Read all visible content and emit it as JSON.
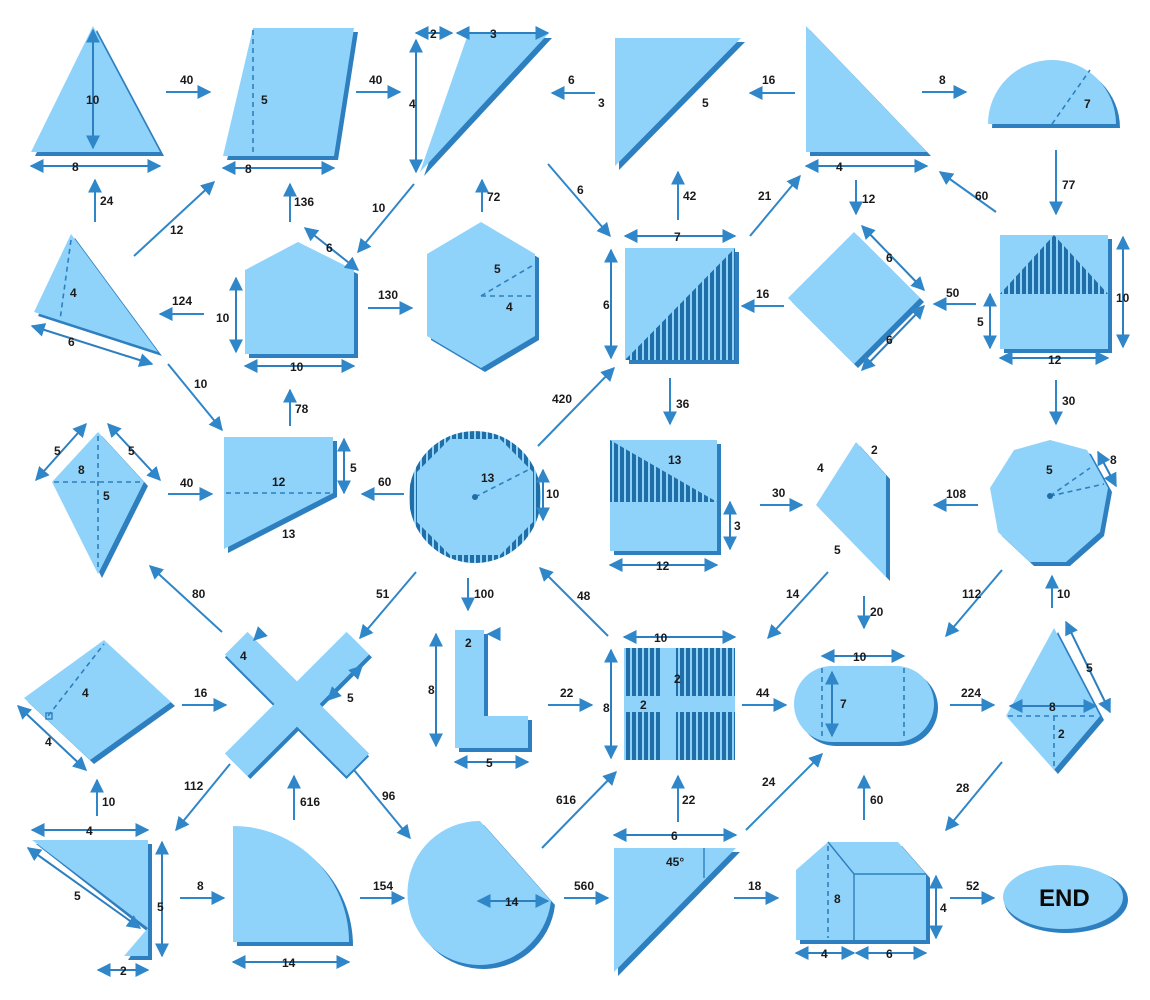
{
  "shapes": [
    {
      "id": "triangle-1",
      "kind": "triangle",
      "dims": [
        "10",
        "8"
      ]
    },
    {
      "id": "parallelogram-1",
      "kind": "parallelogram",
      "dims": [
        "5",
        "8"
      ]
    },
    {
      "id": "right-triangle-1",
      "kind": "right-triangle",
      "dims": [
        "2",
        "3",
        "4"
      ]
    },
    {
      "id": "right-triangle-2",
      "kind": "right-triangle",
      "dims": [
        "3",
        "5"
      ]
    },
    {
      "id": "right-triangle-3",
      "kind": "right-triangle",
      "dims": [
        "4"
      ]
    },
    {
      "id": "semicircle-1",
      "kind": "semicircle",
      "dims": [
        "7"
      ]
    },
    {
      "id": "triangle-2",
      "kind": "triangle",
      "dims": [
        "4",
        "6"
      ]
    },
    {
      "id": "pentagon-1",
      "kind": "pentagon",
      "dims": [
        "6",
        "10",
        "10"
      ]
    },
    {
      "id": "hexagon-1",
      "kind": "hexagon",
      "dims": [
        "5",
        "4"
      ]
    },
    {
      "id": "square-split-1",
      "kind": "square",
      "dims": [
        "7",
        "6"
      ]
    },
    {
      "id": "rhombus-1",
      "kind": "square-rotated",
      "dims": [
        "6",
        "6"
      ]
    },
    {
      "id": "square-triangle-1",
      "kind": "square",
      "dims": [
        "5",
        "10",
        "12"
      ]
    },
    {
      "id": "kite-1",
      "kind": "kite",
      "dims": [
        "5",
        "5",
        "8",
        "5"
      ]
    },
    {
      "id": "trapezoid-1",
      "kind": "trapezoid",
      "dims": [
        "12",
        "5",
        "13"
      ]
    },
    {
      "id": "circle-octagon-1",
      "kind": "circle",
      "dims": [
        "13",
        "10"
      ]
    },
    {
      "id": "square-triangle-2",
      "kind": "square",
      "dims": [
        "13",
        "3",
        "12"
      ]
    },
    {
      "id": "quadrilateral-1",
      "kind": "quadrilateral",
      "dims": [
        "4",
        "2",
        "5"
      ]
    },
    {
      "id": "octagon-1",
      "kind": "octagon",
      "dims": [
        "5",
        "8"
      ]
    },
    {
      "id": "parallelogram-2",
      "kind": "rhombus",
      "dims": [
        "4",
        "4"
      ]
    },
    {
      "id": "cross-1",
      "kind": "cross",
      "dims": [
        "4",
        "5"
      ]
    },
    {
      "id": "l-shape-1",
      "kind": "l-shape",
      "dims": [
        "2",
        "8",
        "5"
      ]
    },
    {
      "id": "square-cross-1",
      "kind": "square",
      "dims": [
        "10",
        "2",
        "2",
        "8"
      ]
    },
    {
      "id": "stadium-1",
      "kind": "stadium",
      "dims": [
        "10",
        "7"
      ]
    },
    {
      "id": "kite-2",
      "kind": "kite",
      "dims": [
        "5",
        "8",
        "2"
      ]
    },
    {
      "id": "arrow-shape-1",
      "kind": "chevron",
      "dims": [
        "4",
        "5",
        "5",
        "2"
      ]
    },
    {
      "id": "quarter-circle-1",
      "kind": "quarter-circle",
      "dims": [
        "14"
      ]
    },
    {
      "id": "circle-sector-1",
      "kind": "circle",
      "dims": [
        "14"
      ]
    },
    {
      "id": "triangle-45-1",
      "kind": "right-triangle",
      "dims": [
        "6",
        "45°"
      ]
    },
    {
      "id": "prism-1",
      "kind": "prism",
      "dims": [
        "8",
        "4",
        "4",
        "6"
      ]
    }
  ],
  "arrows": [
    {
      "label": "40"
    },
    {
      "label": "40"
    },
    {
      "label": "6"
    },
    {
      "label": "16"
    },
    {
      "label": "8"
    },
    {
      "label": "24"
    },
    {
      "label": "12"
    },
    {
      "label": "136"
    },
    {
      "label": "10"
    },
    {
      "label": "72"
    },
    {
      "label": "6"
    },
    {
      "label": "42"
    },
    {
      "label": "21"
    },
    {
      "label": "12"
    },
    {
      "label": "60"
    },
    {
      "label": "77"
    },
    {
      "label": "124"
    },
    {
      "label": "130"
    },
    {
      "label": "16"
    },
    {
      "label": "50"
    },
    {
      "label": "10"
    },
    {
      "label": "78"
    },
    {
      "label": "420"
    },
    {
      "label": "36"
    },
    {
      "label": "30"
    },
    {
      "label": "40"
    },
    {
      "label": "60"
    },
    {
      "label": "30"
    },
    {
      "label": "108"
    },
    {
      "label": "80"
    },
    {
      "label": "51"
    },
    {
      "label": "100"
    },
    {
      "label": "48"
    },
    {
      "label": "14"
    },
    {
      "label": "20"
    },
    {
      "label": "112"
    },
    {
      "label": "10"
    },
    {
      "label": "16"
    },
    {
      "label": "22"
    },
    {
      "label": "44"
    },
    {
      "label": "224"
    },
    {
      "label": "10"
    },
    {
      "label": "112"
    },
    {
      "label": "616"
    },
    {
      "label": "96"
    },
    {
      "label": "616"
    },
    {
      "label": "22"
    },
    {
      "label": "24"
    },
    {
      "label": "60"
    },
    {
      "label": "28"
    },
    {
      "label": "8"
    },
    {
      "label": "154"
    },
    {
      "label": "560"
    },
    {
      "label": "18"
    },
    {
      "label": "52"
    }
  ],
  "end": {
    "label": "END"
  }
}
